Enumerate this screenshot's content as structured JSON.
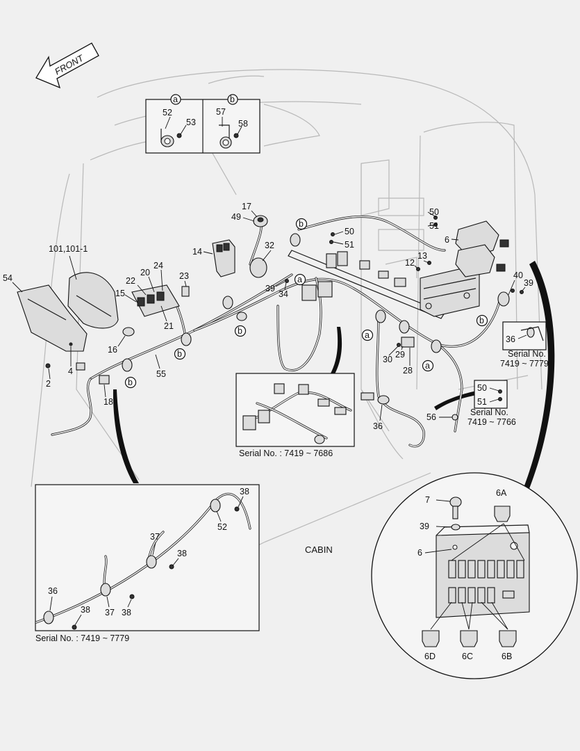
{
  "diagram": {
    "front_label": "FRONT",
    "cabin_label": "CABIN",
    "part_labels": {
      "p101": "101,101-1",
      "p54": "54",
      "p2": "2",
      "p4": "4",
      "p18": "18",
      "p15": "15",
      "p22": "22",
      "p20": "20",
      "p24": "24",
      "p23": "23",
      "p21": "21",
      "p16": "16",
      "p55": "55",
      "p14": "14",
      "p17": "17",
      "p49": "49",
      "p32": "32",
      "p39a": "39",
      "p34": "34",
      "p50a": "50",
      "p51a": "51",
      "p50b": "50",
      "p51b": "51",
      "p6": "6",
      "p13": "13",
      "p12": "12",
      "p40": "40",
      "p39b": "39",
      "p36a": "36",
      "p30": "30",
      "p29": "29",
      "p28": "28",
      "p36b": "36",
      "p56": "56",
      "p50c": "50",
      "p51c": "51",
      "p55b": "55",
      "p52": "52",
      "p53": "53",
      "p57": "57",
      "p58": "58"
    },
    "callouts": {
      "a": "a",
      "b": "b"
    },
    "inset_ab": {
      "a_title": "a",
      "b_title": "b"
    },
    "serial_notes": {
      "s1_line1": "Serial No.",
      "s1_line2": "7419 ~ 7779",
      "s2_line1": "Serial No.",
      "s2_line2": "7419 ~ 7766",
      "s3": "Serial No. : 7419 ~ 7686",
      "s4": "Serial No. : 7419 ~ 7779"
    },
    "lower_inset": {
      "l38a": "38",
      "l52": "52",
      "l37a": "37",
      "l38b": "38",
      "l36": "36",
      "l38c": "38",
      "l37b": "37",
      "l38d": "38"
    },
    "fuse_inset": {
      "f7": "7",
      "f6A": "6A",
      "f39": "39",
      "f6": "6",
      "f6D": "6D",
      "f6C": "6C",
      "f6B": "6B"
    }
  }
}
